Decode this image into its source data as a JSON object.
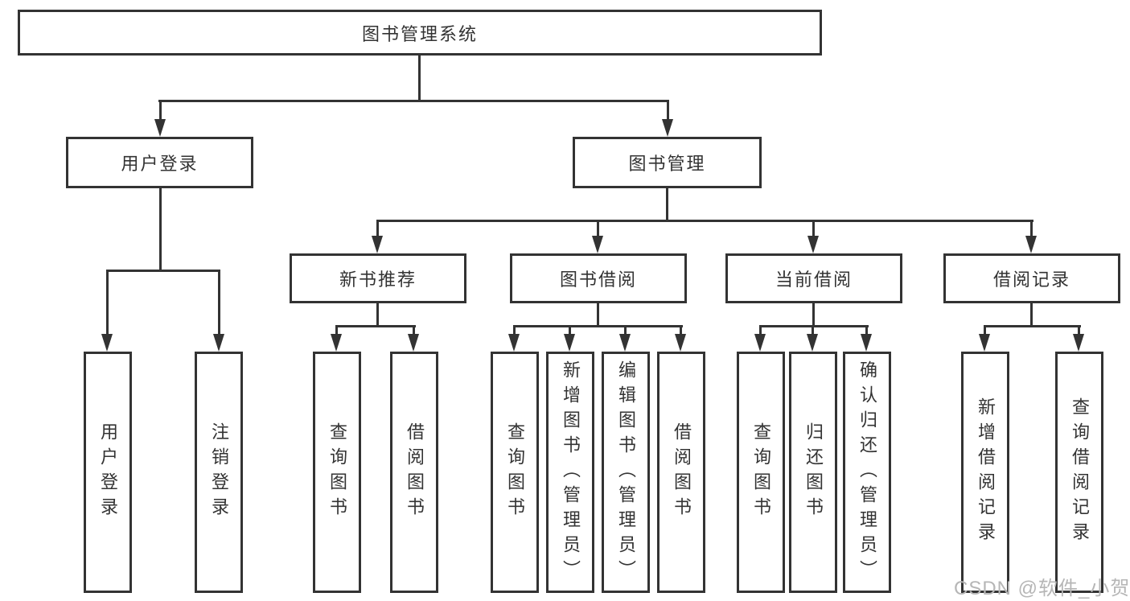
{
  "tree": {
    "root": "图书管理系统",
    "branches": [
      {
        "label": "用户登录",
        "leaves": [
          "用户登录",
          "注销登录"
        ]
      },
      {
        "label": "图书管理",
        "sections": [
          {
            "label": "新书推荐",
            "leaves": [
              "查询图书",
              "借阅图书"
            ]
          },
          {
            "label": "图书借阅",
            "leaves": [
              "查询图书",
              "新增图书（管理员）",
              "编辑图书（管理员）",
              "借阅图书"
            ]
          },
          {
            "label": "当前借阅",
            "leaves": [
              "查询图书",
              "归还图书",
              "确认归还（管理员）"
            ]
          },
          {
            "label": "借阅记录",
            "leaves": [
              "新增借阅记录",
              "查询借阅记录"
            ]
          }
        ]
      }
    ]
  },
  "watermark": "CSDN @软件_小贺同学",
  "colors": {
    "line": "#333333",
    "text": "#333333",
    "watermark": "#b6b6b6",
    "background": "#ffffff"
  }
}
